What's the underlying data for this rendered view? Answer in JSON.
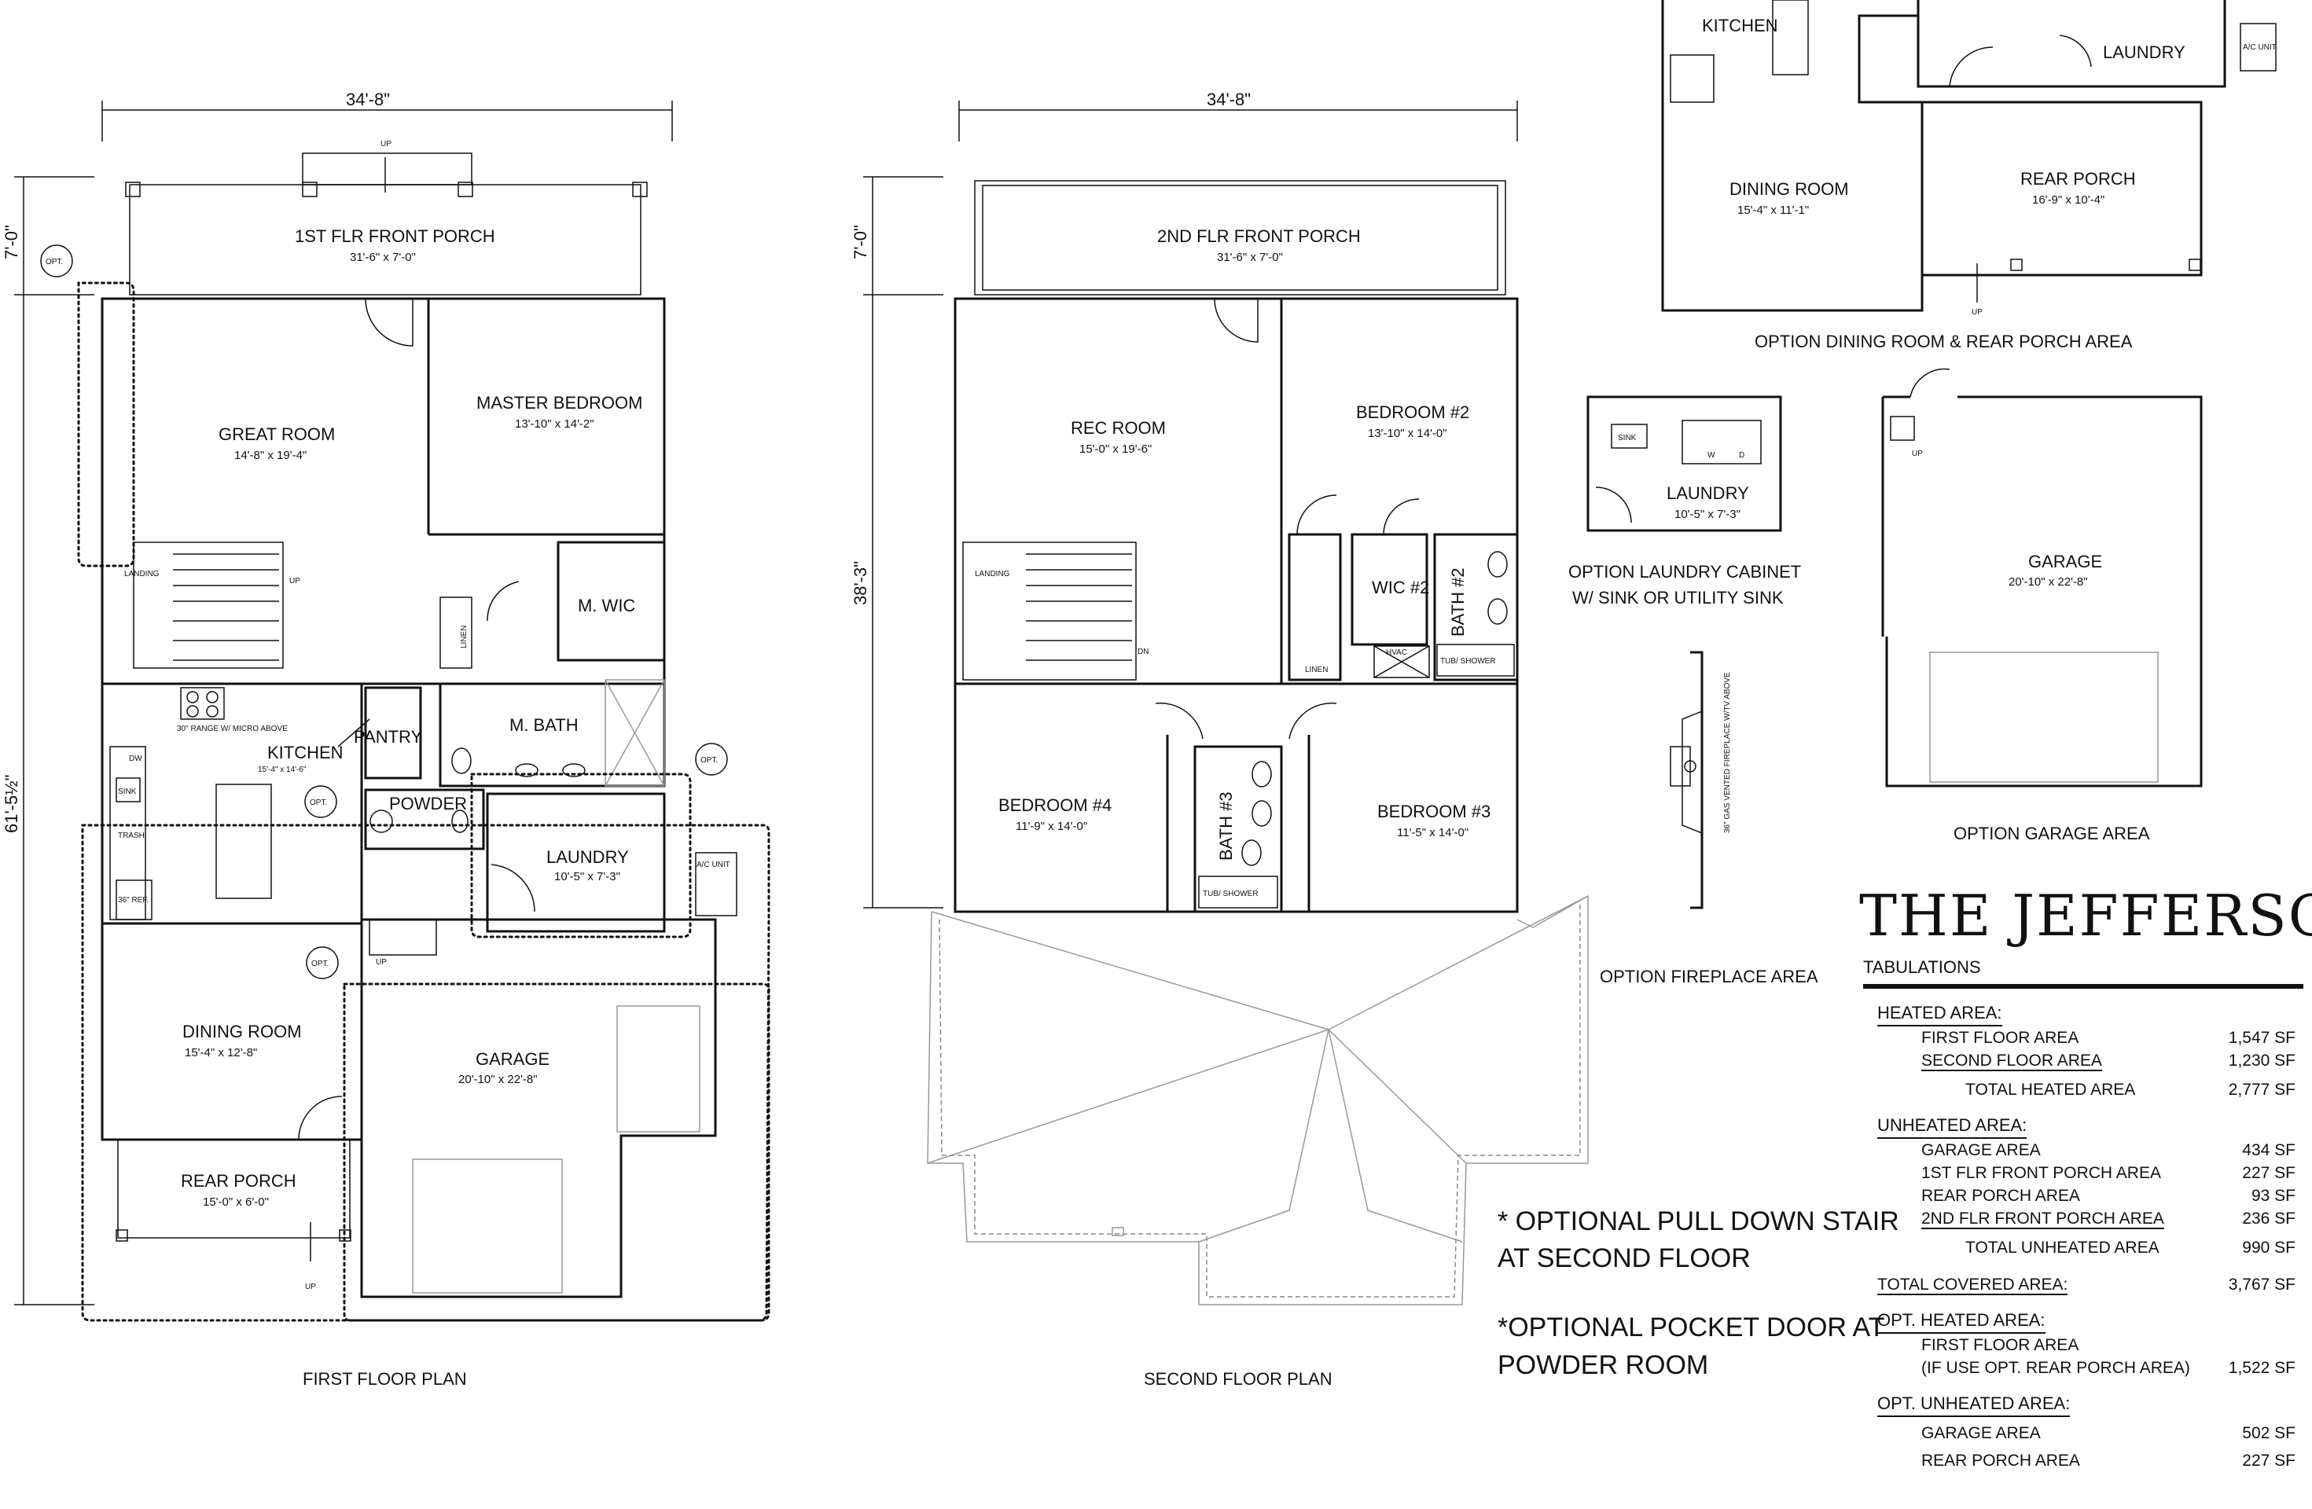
{
  "plan_title": "THE JEFFERSON",
  "first_floor": {
    "caption": "FIRST FLOOR PLAN",
    "overall_width": "34'-8\"",
    "porch_depth_dim": "7'-0\"",
    "overall_depth": "61'-5½\"",
    "rooms": {
      "front_porch": {
        "name": "1ST FLR FRONT PORCH",
        "size": "31'-6\" x 7'-0\""
      },
      "great_room": {
        "name": "GREAT ROOM",
        "size": "14'-8\" x 19'-4\""
      },
      "master_bedroom": {
        "name": "MASTER BEDROOM",
        "size": "13'-10\" x 14'-2\""
      },
      "m_wic": {
        "name": "M. WIC"
      },
      "m_bath": {
        "name": "M. BATH"
      },
      "kitchen": {
        "name": "KITCHEN",
        "size": "15'-4\" x 14'-6\""
      },
      "pantry": {
        "name": "PANTRY"
      },
      "powder": {
        "name": "POWDER"
      },
      "laundry": {
        "name": "LAUNDRY",
        "size": "10'-5\" x 7'-3\""
      },
      "dining_room": {
        "name": "DINING ROOM",
        "size": "15'-4\" x 12'-8\""
      },
      "garage": {
        "name": "GARAGE",
        "size": "20'-10\" x 22'-8\""
      },
      "rear_porch": {
        "name": "REAR PORCH",
        "size": "15'-0\" x 6'-0\""
      }
    },
    "notes": {
      "landing": "LANDING",
      "up": "UP",
      "linen": "LINEN",
      "range": "30\" RANGE W/ MICRO ABOVE",
      "dw": "DW",
      "sink": "SINK",
      "trash": "TRASH",
      "ref": "36\" REF.",
      "ac": "A/C UNIT",
      "opt": "OPT."
    }
  },
  "second_floor": {
    "caption": "SECOND FLOOR PLAN",
    "overall_width": "34'-8\"",
    "porch_depth_dim": "7'-0\"",
    "overall_depth": "38'-3\"",
    "rooms": {
      "front_porch": {
        "name": "2ND FLR FRONT PORCH",
        "size": "31'-6\" x 7'-0\""
      },
      "rec_room": {
        "name": "REC ROOM",
        "size": "15'-0\" x 19'-6\""
      },
      "bedroom2": {
        "name": "BEDROOM #2",
        "size": "13'-10\" x 14'-0\""
      },
      "wic2": {
        "name": "WIC #2"
      },
      "bath2": {
        "name": "BATH #2"
      },
      "bedroom4": {
        "name": "BEDROOM #4",
        "size": "11'-9\" x 14'-0\""
      },
      "bath3": {
        "name": "BATH #3"
      },
      "bedroom3": {
        "name": "BEDROOM #3",
        "size": "11'-5\" x 14'-0\""
      }
    },
    "notes": {
      "landing": "LANDING",
      "dn": "DN",
      "linen": "LINEN",
      "hvac": "HVAC",
      "tub": "TUB/ SHOWER"
    }
  },
  "options": {
    "dining_rear_porch": {
      "caption": "OPTION DINING ROOM & REAR PORCH AREA",
      "kitchen": "KITCHEN",
      "laundry": "LAUNDRY",
      "ac": "A/C UNIT",
      "dining": {
        "name": "DINING ROOM",
        "size": "15'-4\" x 11'-1\""
      },
      "porch": {
        "name": "REAR PORCH",
        "size": "16'-9\" x 10'-4\""
      },
      "up": "UP"
    },
    "laundry_cabinet": {
      "caption_line1": "OPTION LAUNDRY CABINET",
      "caption_line2": "W/ SINK OR UTILITY SINK",
      "room": {
        "name": "LAUNDRY",
        "size": "10'-5\" x 7'-3\""
      },
      "sink": "SINK",
      "w": "W",
      "d": "D"
    },
    "garage": {
      "caption": "OPTION GARAGE AREA",
      "room": {
        "name": "GARAGE",
        "size": "20'-10\" x 22'-8\""
      },
      "up": "UP"
    },
    "fireplace": {
      "caption": "OPTION FIREPLACE AREA",
      "note": "36\" GAS VENTED FIREPLACE W/TV ABOVE"
    }
  },
  "notes": {
    "line1": "* OPTIONAL PULL DOWN STAIR",
    "line2": "AT SECOND FLOOR",
    "line3": "*OPTIONAL POCKET DOOR AT",
    "line4": "POWDER ROOM"
  },
  "tabulations": {
    "heading": "TABULATIONS",
    "heated_heading": "HEATED AREA:",
    "heated": [
      {
        "label": "FIRST FLOOR AREA",
        "value": "1,547 SF"
      },
      {
        "label": "SECOND FLOOR AREA",
        "value": "1,230 SF"
      }
    ],
    "heated_total": {
      "label": "TOTAL HEATED AREA",
      "value": "2,777 SF"
    },
    "unheated_heading": "UNHEATED AREA:",
    "unheated": [
      {
        "label": "GARAGE AREA",
        "value": "434 SF"
      },
      {
        "label": "1ST FLR FRONT PORCH AREA",
        "value": "227 SF"
      },
      {
        "label": "REAR PORCH AREA",
        "value": "93 SF"
      },
      {
        "label": "2ND FLR FRONT PORCH AREA",
        "value": "236 SF"
      }
    ],
    "unheated_total": {
      "label": "TOTAL UNHEATED AREA",
      "value": "990 SF"
    },
    "covered": {
      "label": "TOTAL COVERED AREA:",
      "value": "3,767 SF"
    },
    "opt_heated_heading": "OPT. HEATED AREA:",
    "opt_heated": {
      "label1": "FIRST FLOOR AREA",
      "label2": "(IF USE OPT. REAR PORCH AREA)",
      "value": "1,522 SF"
    },
    "opt_unheated_heading": "OPT. UNHEATED AREA:",
    "opt_unheated": [
      {
        "label": "GARAGE AREA",
        "value": "502 SF"
      },
      {
        "label": "REAR PORCH AREA",
        "value": "227 SF"
      }
    ]
  }
}
